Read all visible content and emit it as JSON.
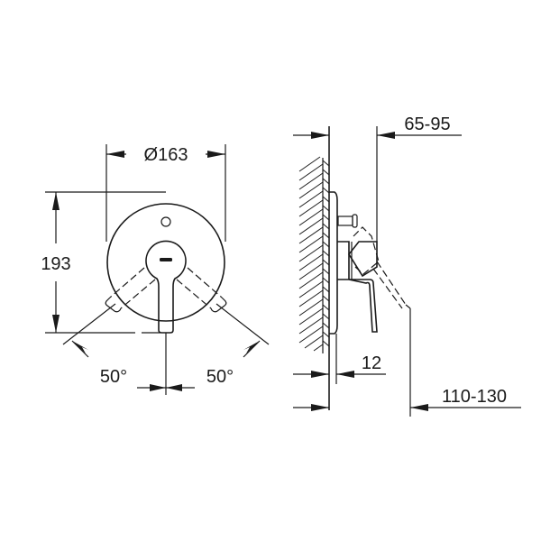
{
  "front_view": {
    "diameter_label": "Ø163",
    "height_label": "193",
    "angle_left_label": "50°",
    "angle_right_label": "50°"
  },
  "side_view": {
    "projection_label": "65-95",
    "plate_thickness_label": "12",
    "handle_projection_label": "110-130"
  },
  "colors": {
    "line": "#1a1a1a",
    "background": "#ffffff"
  }
}
